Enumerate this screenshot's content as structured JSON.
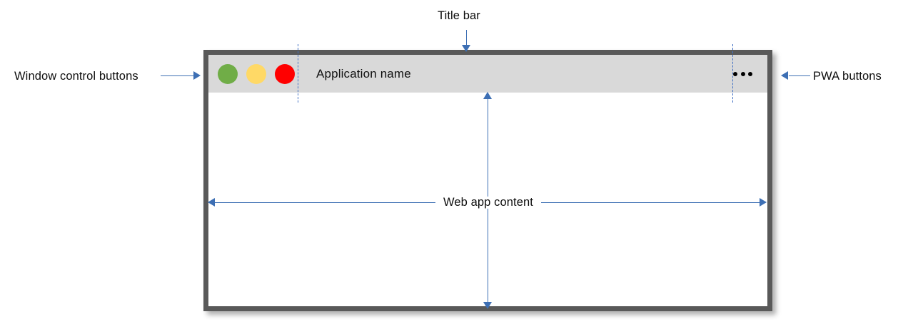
{
  "diagram": {
    "annotations": {
      "title_bar": "Title bar",
      "window_controls": "Window control buttons",
      "pwa_buttons": "PWA buttons",
      "web_app_content": "Web app content"
    },
    "accent_color": "#3d6fb4",
    "guide_color": "#4472c4"
  },
  "window": {
    "title": "Application name",
    "frame_color": "#595959",
    "title_bar_color": "#d9d9d9",
    "content_color": "#ffffff",
    "controls": [
      {
        "name": "minimize",
        "color": "#70ad47"
      },
      {
        "name": "maximize",
        "color": "#ffd966"
      },
      {
        "name": "close",
        "color": "#ff0000"
      }
    ],
    "pwa_menu": {
      "icon": "ellipsis-icon",
      "dots": 3
    }
  }
}
